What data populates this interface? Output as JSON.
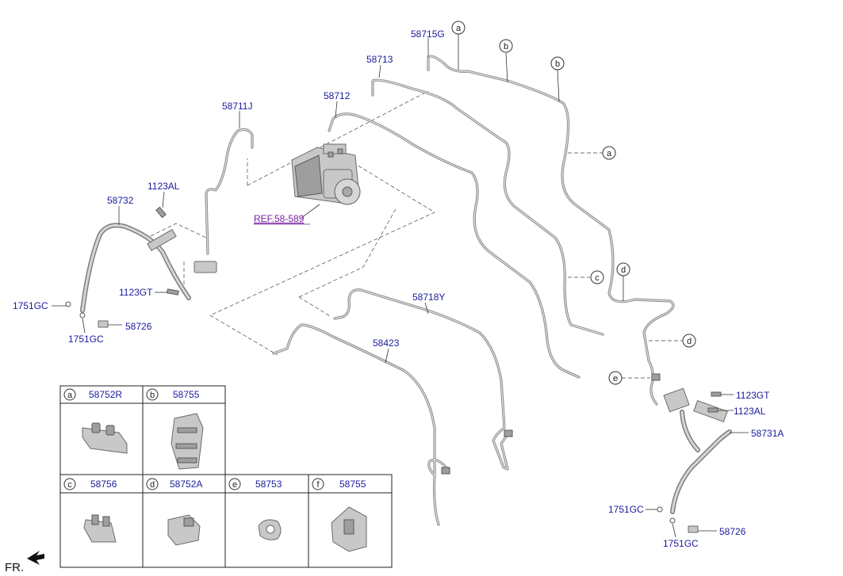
{
  "labels": {
    "p58715G": "58715G",
    "p58713": "58713",
    "p58712": "58712",
    "p58711J": "58711J",
    "p1123AL_left": "1123AL",
    "p58732": "58732",
    "ref": "REF.58-589",
    "p1123GT_left": "1123GT",
    "p1751GC_left_a": "1751GC",
    "p1751GC_left_b": "1751GC",
    "p58726_left": "58726",
    "p58718Y": "58718Y",
    "p58423": "58423",
    "p1123GT_right": "1123GT",
    "p1123AL_right": "1123AL",
    "p58731A": "58731A",
    "p1751GC_right_a": "1751GC",
    "p1751GC_right_b": "1751GC",
    "p58726_right": "58726"
  },
  "callouts": {
    "a1": "a",
    "b1": "b",
    "b2": "b",
    "a2": "a",
    "c1": "c",
    "d1": "d",
    "d2": "d",
    "e1": "e"
  },
  "legend": [
    {
      "letter": "a",
      "part": "58752R"
    },
    {
      "letter": "b",
      "part": "58755"
    },
    {
      "letter": "c",
      "part": "58756"
    },
    {
      "letter": "d",
      "part": "58752A"
    },
    {
      "letter": "e",
      "part": "58753"
    },
    {
      "letter": "f",
      "part": "58755"
    }
  ],
  "direction_label": "FR."
}
